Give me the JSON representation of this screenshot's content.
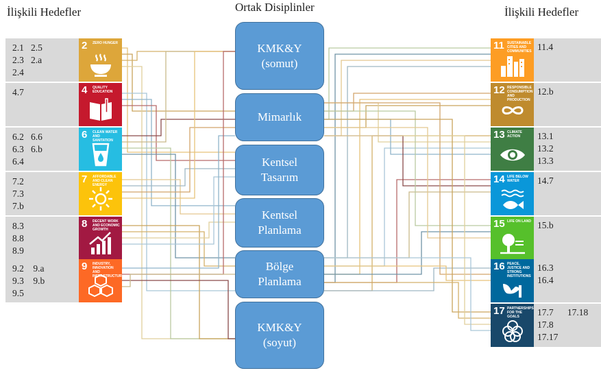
{
  "headers": {
    "left": "İlişkili Hedefler",
    "center": "Ortak Disiplinler",
    "right": "İlişkili Hedefler"
  },
  "disciplines": [
    {
      "l1": "KMK&Y",
      "l2": "(somut)"
    },
    {
      "l1": "Mimarlık",
      "l2": ""
    },
    {
      "l1": "Kentsel",
      "l2": "Tasarım"
    },
    {
      "l1": "Kentsel",
      "l2": "Planlama"
    },
    {
      "l1": "Bölge",
      "l2": "Planlama"
    },
    {
      "l1": "KMK&Y",
      "l2": "(soyut)"
    }
  ],
  "left_goals": [
    {
      "number": "2",
      "title": "ZERO HUNGER",
      "color": "#dda63a",
      "icon": "bowl-icon",
      "targets": "2.1   2.5\n2.3   2.a\n2.4"
    },
    {
      "number": "4",
      "title": "QUALITY EDUCATION",
      "color": "#c5192d",
      "icon": "book-icon",
      "targets": "4.7"
    },
    {
      "number": "6",
      "title": "CLEAN WATER AND SANITATION",
      "color": "#26bde2",
      "icon": "water-glass-icon",
      "targets": "6.2   6.6\n6.3   6.b\n6.4"
    },
    {
      "number": "7",
      "title": "AFFORDABLE AND CLEAN ENERGY",
      "color": "#fcc30b",
      "icon": "sun-icon",
      "targets": "7.2\n7.3\n7.b"
    },
    {
      "number": "8",
      "title": "DECENT WORK AND ECONOMIC GROWTH",
      "color": "#a21942",
      "icon": "growth-chart-icon",
      "targets": "8.3\n8.8\n8.9"
    },
    {
      "number": "9",
      "title": "INDUSTRY, INNOVATION AND INFRASTRUCTURE",
      "color": "#fd6925",
      "icon": "cubes-icon",
      "targets": "9.2    9.a\n9.3    9.b\n9.5"
    }
  ],
  "right_goals": [
    {
      "number": "11",
      "title": "SUSTAINABLE CITIES AND COMMUNITIES",
      "color": "#fd9d24",
      "icon": "city-icon",
      "targets": "11.4"
    },
    {
      "number": "12",
      "title": "RESPONSIBLE CONSUMPTION AND PRODUCTION",
      "color": "#bf8b2e",
      "icon": "infinity-icon",
      "targets": "12.b"
    },
    {
      "number": "13",
      "title": "CLIMATE ACTION",
      "color": "#3f7e44",
      "icon": "eye-globe-icon",
      "targets": "13.1\n13.2\n13.3"
    },
    {
      "number": "14",
      "title": "LIFE BELOW WATER",
      "color": "#0a97d9",
      "icon": "fish-icon",
      "targets": "14.7"
    },
    {
      "number": "15",
      "title": "LIFE ON LAND",
      "color": "#56c02b",
      "icon": "tree-icon",
      "targets": "15.b"
    },
    {
      "number": "16",
      "title": "PEACE, JUSTICE AND STRONG INSTITUTIONS",
      "color": "#00689d",
      "icon": "dove-gavel-icon",
      "targets": "16.3\n16.4"
    },
    {
      "number": "17",
      "title": "PARTNERSHIPS FOR THE GOALS",
      "color": "#19486a",
      "icon": "rings-icon",
      "targets": "17.7      17.18\n17.8\n17.17"
    }
  ]
}
